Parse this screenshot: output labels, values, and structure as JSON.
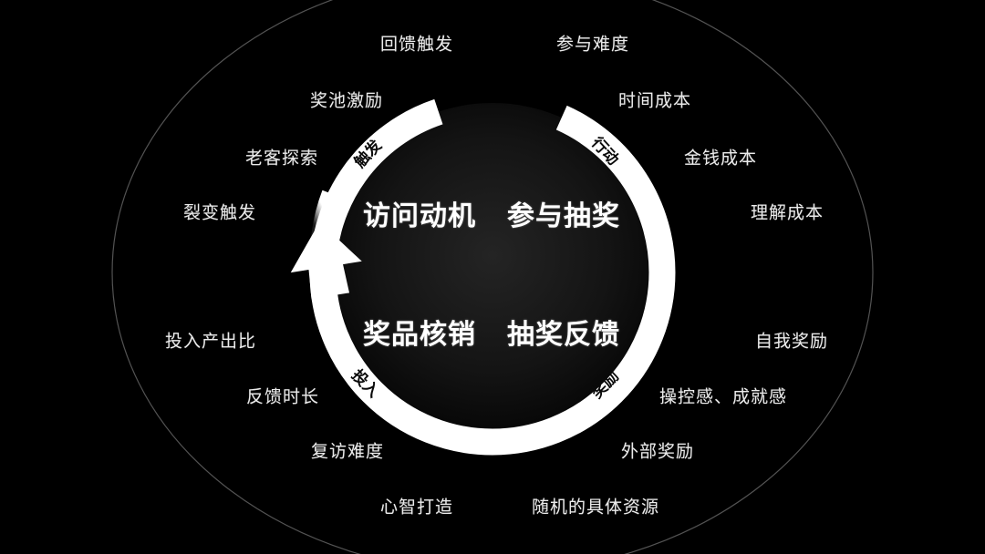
{
  "diagram": {
    "title_present": false,
    "background_color": "#000000",
    "ring_color": "#ffffff",
    "text_color": "#eaeaea",
    "core_text_color": "#ffffff",
    "ring_text_color": "#0a0a0a"
  },
  "core": {
    "top_left": "访问动机",
    "top_right": "参与抽奖",
    "bottom_left": "奖品核销",
    "bottom_right": "抽奖反馈"
  },
  "ring_stages": {
    "trigger": "触发",
    "action": "行动",
    "invest": "投入",
    "reward": "奖励"
  },
  "quadrant_labels": {
    "top_left": [
      "回馈触发",
      "奖池激励",
      "老客探索",
      "裂变触发"
    ],
    "top_right": [
      "参与难度",
      "时间成本",
      "金钱成本",
      "理解成本"
    ],
    "bottom_left": [
      "投入产出比",
      "反馈时长",
      "复访难度",
      "心智打造"
    ],
    "bottom_right": [
      "自我奖励",
      "操控感、成就感",
      "外部奖励",
      "随机的具体资源"
    ]
  }
}
